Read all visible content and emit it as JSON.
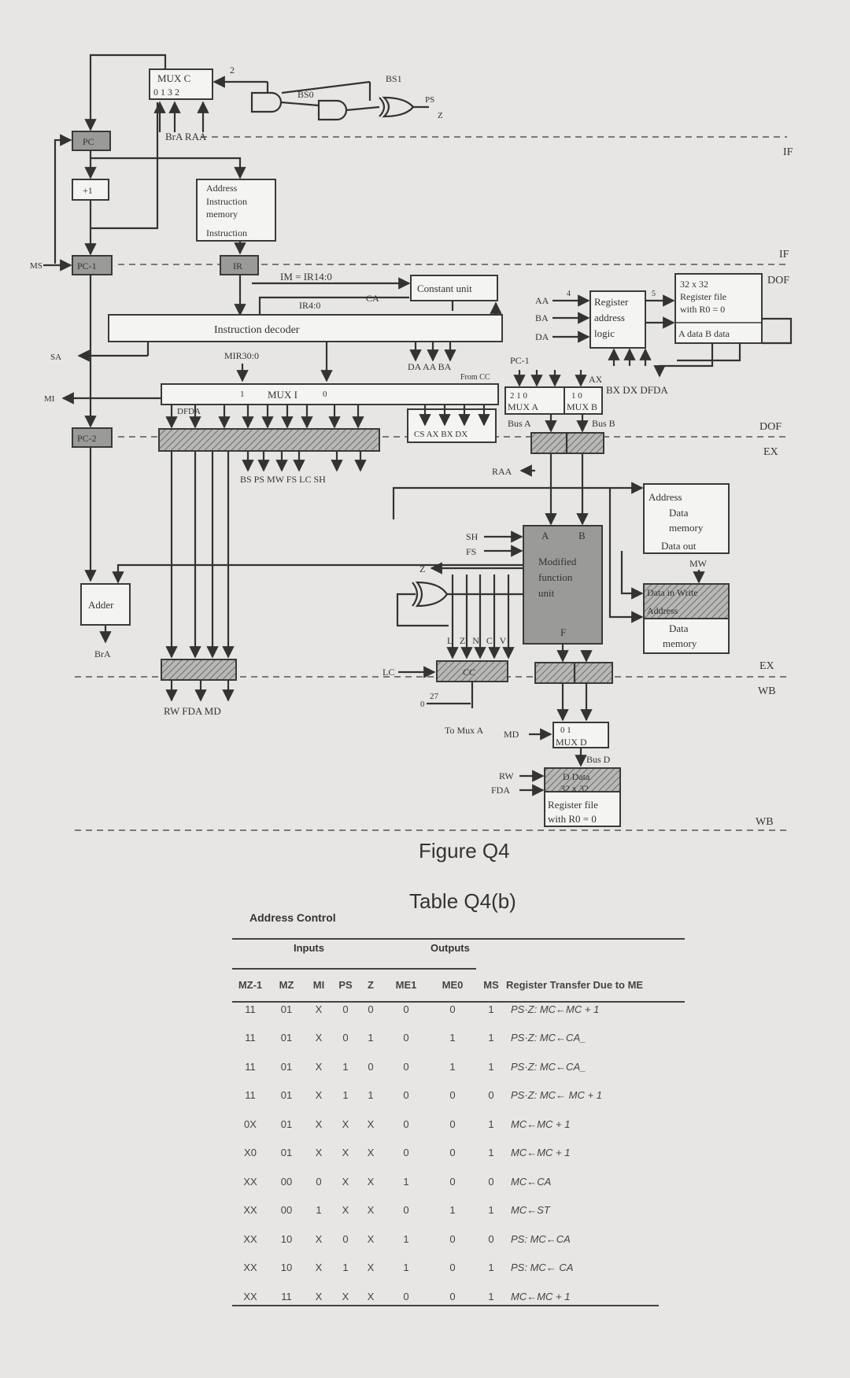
{
  "diagram": {
    "mux_c": {
      "title": "MUX C",
      "inputs": "0 1 3 2",
      "sel": "2"
    },
    "bs0": "BS0",
    "bs1": "BS1",
    "ps": "PS",
    "z_in": "Z",
    "braraa": "BrA RAA",
    "pc": "PC",
    "plus1": "+1",
    "pc1": "PC-1",
    "pc2": "PC-2",
    "ir": "IR",
    "instr_mem": [
      "Address",
      "Instruction",
      "memory",
      "Instruction"
    ],
    "im": "IM = IR14:0",
    "ir40": "IR4:0",
    "ca": "CA",
    "constant_unit": "Constant unit",
    "cs_arrow": "CS",
    "decoder": "Instruction decoder",
    "mir": "MIR30:0",
    "mux1": "MUX I",
    "mux1_1": "1",
    "mux1_0": "0",
    "dfda": "DFDA",
    "da_aa_ba": "DA AA BA",
    "from_cc": "From CC",
    "pc_1b": "PC-1",
    "cs_ax_bx_dx": "CS AX BX DX",
    "ctrl_out": "BS PS MW FS LC SH",
    "rw_fda_md": "RW FDA MD",
    "adder": "Adder",
    "bra": "BrA",
    "raa": "RAA",
    "aa": "AA",
    "ba": "BA",
    "da": "DA",
    "four": "4",
    "reg_addr": [
      "Register",
      "address",
      "logic"
    ],
    "five": "5",
    "regfile": [
      "32 x 32",
      "Register file",
      "with R0 = 0"
    ],
    "ab_data": "A data  B data",
    "ax": "AX",
    "bxdx": "BX DX DFDA",
    "muxa_top": "2 1 0",
    "muxb_top": "1 0",
    "muxa": "MUX A",
    "muxb": "MUX B",
    "bus_a": "Bus A",
    "bus_b": "Bus B",
    "data_mem": [
      "Address",
      "Data",
      "memory",
      "Data out"
    ],
    "mw": "MW",
    "data_mem2": [
      "Data in Write",
      "Address",
      "Data",
      "memory"
    ],
    "sh": "SH",
    "fs": "FS",
    "z": "Z",
    "mfu": [
      "A",
      "B",
      "Modified",
      "function",
      "unit",
      "F"
    ],
    "lznzcv": "L Z N C V",
    "lc": "LC",
    "cc": "CC",
    "zero": "0",
    "twentyseven": "27",
    "to_mux_a": "To Mux A",
    "md": "MD",
    "muxd_top": "0 1",
    "muxd": "MUX D",
    "bus_d": "Bus D",
    "rw": "RW",
    "fda": "FDA",
    "regfile2": [
      "D Data",
      "32 x 32",
      "Register file",
      "with R0 = 0"
    ],
    "ms": "MS",
    "sa": "SA",
    "mi": "MI",
    "stages": {
      "if1": "IF",
      "if2": "IF",
      "dof1": "DOF",
      "dof2": "DOF",
      "ex1": "EX",
      "ex2": "EX",
      "wb1": "WB",
      "wb2": "WB"
    }
  },
  "figure_caption": "Figure Q4",
  "table": {
    "caption": "Table Q4(b)",
    "title": "Address Control",
    "inputs_label": "Inputs",
    "outputs_label": "Outputs",
    "headers": [
      "MZ-1",
      "MZ",
      "MI",
      "PS",
      "Z",
      "ME1",
      "ME0",
      "MS",
      "Register Transfer Due to ME"
    ],
    "rows": [
      [
        "11",
        "01",
        "X",
        "0",
        "0",
        "0",
        "0",
        "1",
        "PS·Z: MC←MC + 1"
      ],
      [
        "11",
        "01",
        "X",
        "0",
        "1",
        "0",
        "1",
        "1",
        "PS·Z: MC←CA_"
      ],
      [
        "11",
        "01",
        "X",
        "1",
        "0",
        "0",
        "1",
        "1",
        "PS·Z: MC←CA_"
      ],
      [
        "11",
        "01",
        "X",
        "1",
        "1",
        "0",
        "0",
        "0",
        "PS·Z: MC← MC + 1"
      ],
      [
        "0X",
        "01",
        "X",
        "X",
        "X",
        "0",
        "0",
        "1",
        "MC←MC + 1"
      ],
      [
        "X0",
        "01",
        "X",
        "X",
        "X",
        "0",
        "0",
        "1",
        "MC←MC + 1"
      ],
      [
        "XX",
        "00",
        "0",
        "X",
        "X",
        "1",
        "0",
        "0",
        "MC←CA"
      ],
      [
        "XX",
        "00",
        "1",
        "X",
        "X",
        "0",
        "1",
        "1",
        "MC←ST"
      ],
      [
        "XX",
        "10",
        "X",
        "0",
        "X",
        "1",
        "0",
        "0",
        "PS: MC←CA"
      ],
      [
        "XX",
        "10",
        "X",
        "1",
        "X",
        "1",
        "0",
        "1",
        "PS: MC← CA"
      ],
      [
        "XX",
        "11",
        "X",
        "X",
        "X",
        "0",
        "0",
        "1",
        "MC←MC + 1"
      ]
    ]
  }
}
